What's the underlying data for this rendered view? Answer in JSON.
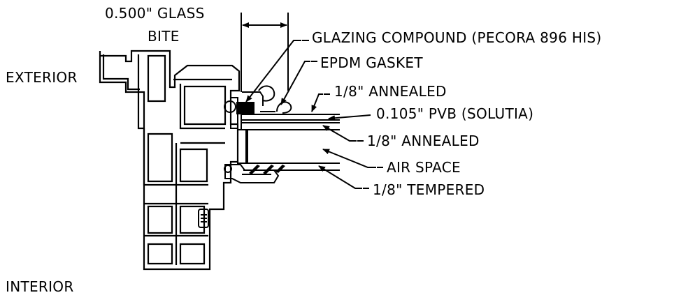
{
  "labels": {
    "glass_bite_line1": "0.500\" GLASS",
    "glass_bite_line2": "BITE",
    "exterior": "EXTERIOR",
    "interior": "INTERIOR",
    "glazing_compound": "GLAZING COMPOUND (PECORA 896 HIS)",
    "epdm_gasket": "EPDM GASKET",
    "annealed_top": "1/8\" ANNEALED",
    "pvb": "0.105\" PVB (SOLUTIA)",
    "annealed_bottom": "1/8\" ANNEALED",
    "air_space": "AIR SPACE",
    "tempered": "1/8\" TEMPERED"
  }
}
